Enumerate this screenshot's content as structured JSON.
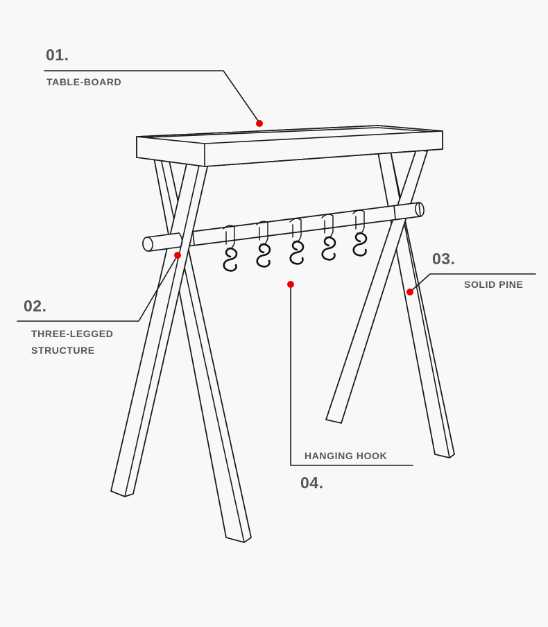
{
  "callouts": [
    {
      "number": "01.",
      "label": "TABLE-BOARD"
    },
    {
      "number": "02.",
      "label_line1": "THREE-LEGGED",
      "label_line2": "STRUCTURE"
    },
    {
      "number": "03.",
      "label": "SOLID PINE"
    },
    {
      "number": "04.",
      "label": "HANGING HOOK"
    }
  ],
  "colors": {
    "marker": "#e60000",
    "text": "#555555",
    "line": "#1a1a1a",
    "background": "#f8f8f8"
  }
}
